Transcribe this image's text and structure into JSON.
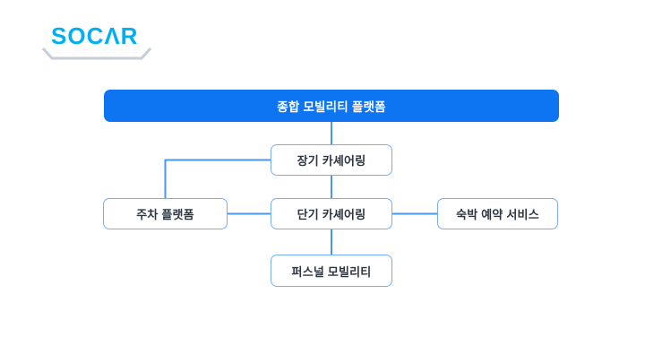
{
  "logo": {
    "text": "SOCΛR",
    "platform_icon": "trapezoid-underline"
  },
  "colors": {
    "primary": "#0d75f2",
    "node_border": "#76aff8",
    "connector": "#4a97f2",
    "node_text": "#2b3642",
    "root_text": "#ffffff",
    "logo_blue": "#00b0f0",
    "logo_gray": "#c7ced6",
    "bg": "#ffffff"
  },
  "diagram": {
    "root": {
      "id": "root",
      "label": "종합 모빌리티 플랫폼"
    },
    "nodes": [
      {
        "id": "long-term-carsharing",
        "label": "장기 카셰어링"
      },
      {
        "id": "parking-platform",
        "label": "주차 플랫폼"
      },
      {
        "id": "short-term-carsharing",
        "label": "단기 카셰어링"
      },
      {
        "id": "lodging-reservation",
        "label": "숙박 예약 서비스"
      },
      {
        "id": "personal-mobility",
        "label": "퍼스널 모빌리티"
      }
    ],
    "edges": [
      "root → 장기 카셰어링",
      "장기 카셰어링 → 단기 카셰어링",
      "단기 카셰어링 → 퍼스널 모빌리티",
      "장기 카셰어링 → 주차 플랫폼",
      "주차 플랫폼 — 단기 카셰어링",
      "단기 카셰어링 — 숙박 예약 서비스"
    ]
  }
}
